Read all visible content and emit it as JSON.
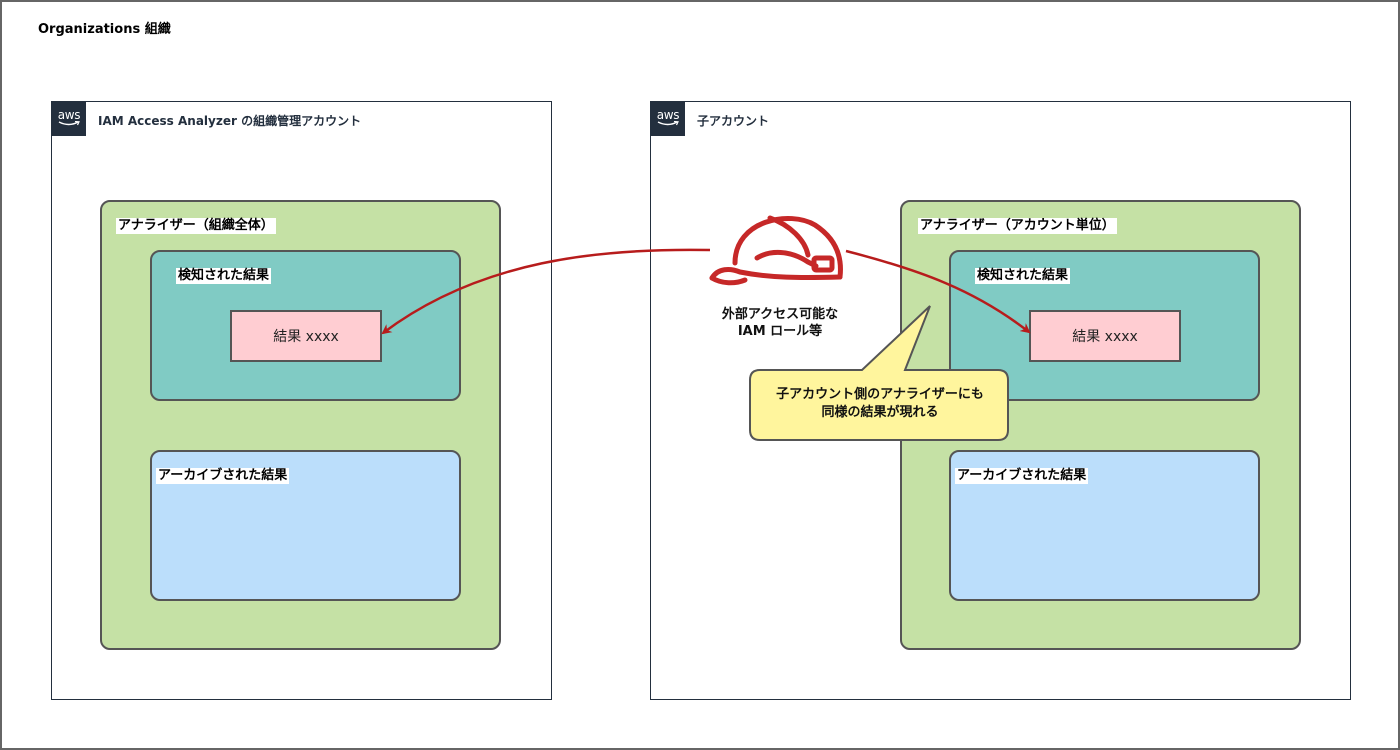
{
  "diagram": {
    "title": "Organizations 組織",
    "accounts": [
      {
        "badge": "aws",
        "title": "IAM Access Analyzer の組織管理アカウント",
        "analyzer": {
          "label": "アナライザー（組織全体）",
          "detected_label": "検知された結果",
          "result_label": "結果 xxxx",
          "archived_label": "アーカイブされた結果"
        }
      },
      {
        "badge": "aws",
        "title": "子アカウント",
        "analyzer": {
          "label": "アナライザー（アカウント単位）",
          "detected_label": "検知された結果",
          "result_label": "結果 xxxx",
          "archived_label": "アーカイブされた結果"
        }
      }
    ],
    "external_role": {
      "icon": "hard-hat-icon",
      "label_line1": "外部アクセス可能な",
      "label_line2": "IAM ロール等"
    },
    "callout": {
      "line1": "子アカウント側のアナライザーにも",
      "line2": "同様の結果が現れる"
    },
    "colors": {
      "analyzer": "#c5e1a5",
      "detected": "#80cbc4",
      "archived": "#bbdefb",
      "result": "#ffcdd2",
      "callout": "#fff59d",
      "arrow": "#b71c1c",
      "aws_badge": "#232f3e"
    }
  }
}
